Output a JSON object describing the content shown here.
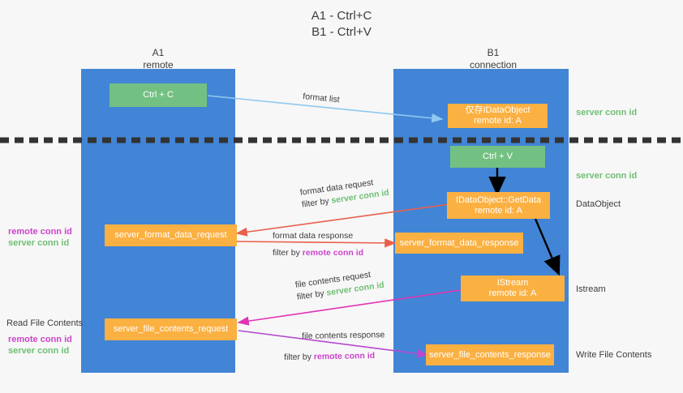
{
  "title": {
    "line1": "A1 - Ctrl+C",
    "line2": "B1 - Ctrl+V"
  },
  "columns": [
    {
      "name": "A1",
      "sub": "remote"
    },
    {
      "name": "B1",
      "sub": "connection"
    }
  ],
  "boxes": {
    "ctrl_c": {
      "line1": "Ctrl + C",
      "line2": ""
    },
    "idataobject": {
      "line1": "仅存IDataObject",
      "line2": "remote id: A"
    },
    "ctrl_v": {
      "line1": "Ctrl + V",
      "line2": ""
    },
    "getdata": {
      "line1": "IDataObject::GetData",
      "line2": "remote id: A"
    },
    "istream": {
      "line1": "IStream",
      "line2": "remote id: A"
    },
    "fmt_req": {
      "line1": "server_format_data_request",
      "line2": ""
    },
    "fmt_resp": {
      "line1": "server_format_data_response",
      "line2": ""
    },
    "file_req": {
      "line1": "server_file_contents_request",
      "line2": ""
    },
    "file_resp": {
      "line1": "server_file_contents_response",
      "line2": ""
    }
  },
  "right_labels": {
    "server_conn_id_1": "server conn id",
    "server_conn_id_2": "server conn id",
    "dataobject": "DataObject",
    "istream": "Istream",
    "write_file_contents": "Write File Contents"
  },
  "left_labels": {
    "remote_conn_id_1": "remote conn id",
    "server_conn_id_1": "server conn id",
    "read_file_contents": "Read File Contents",
    "remote_conn_id_2": "remote conn id",
    "server_conn_id_2": "server conn id"
  },
  "edges": {
    "format_list": {
      "line1": "format list",
      "line2_prefix": "",
      "line2_emph": "",
      "emph_color": ""
    },
    "format_data_req": {
      "line1": "format data request",
      "line2_prefix": "filter by ",
      "line2_emph": "server conn id",
      "emph_color": "#6fbf73"
    },
    "format_data_resp": {
      "line1": "format data response",
      "line2_prefix": "filter by ",
      "line2_emph": "remote conn id",
      "emph_color": "#cc44cc"
    },
    "file_contents_req": {
      "line1": "file contents request",
      "line2_prefix": "filter by ",
      "line2_emph": "server conn id",
      "emph_color": "#6fbf73"
    },
    "file_contents_resp": {
      "line1": "file contents response",
      "line2_prefix": "filter by ",
      "line2_emph": "remote conn id",
      "emph_color": "#cc44cc"
    }
  },
  "colors": {
    "lane": "#4285d6",
    "green_box": "#73c182",
    "orange_box": "#fbb042",
    "divider": "#333333",
    "arrow_blue": "#8ec9f0",
    "arrow_red": "#e8604c",
    "arrow_magenta": "#e033b5",
    "arrow_purple": "#b44ad0",
    "arrow_black": "#000000",
    "background": "#f7f7f7"
  }
}
